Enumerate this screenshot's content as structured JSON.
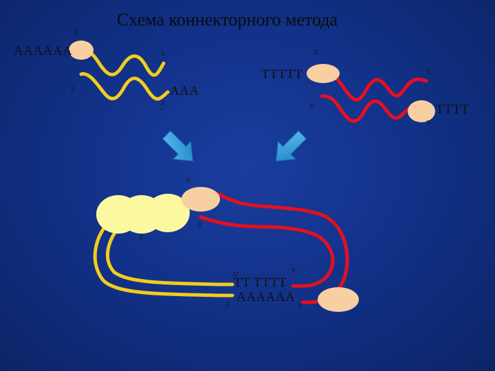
{
  "title": "Схема коннекторного метода",
  "colors": {
    "background": "#12328a",
    "strand_yellow": "#f2cc1e",
    "strand_red": "#e5101f",
    "blob_peach": "#f7cfa0",
    "blob_yellow": "#fbf8a0",
    "arrow_blue": "#2a95d4"
  },
  "top_left_fragment": {
    "left_seq": "AAAAAA",
    "right_seq": "AAA",
    "end_top_left": "3",
    "end_top_right": "5",
    "end_bottom_left": "5",
    "end_bottom_right": "3",
    "tick_top_right": "'",
    "tick_bottom_left": "'",
    "tick_bottom_right": "'"
  },
  "top_right_fragment": {
    "left_seq": "TTTTT",
    "right_seq": "TTTT",
    "end_top_left": "3'",
    "end_top_right": "5'",
    "end_bottom_left": "5'",
    "end_bottom_right": "3'"
  },
  "joined_molecule": {
    "end_top": "3",
    "end_mid": "5'",
    "end_left": "3",
    "end_inner_top": "5'",
    "end_inner_top_right": "3'",
    "end_inner_bottom": "3",
    "end_inner_bottom_right": "5'",
    "seq_top": "TT TTTT",
    "seq_bottom": "AAAAAA"
  }
}
